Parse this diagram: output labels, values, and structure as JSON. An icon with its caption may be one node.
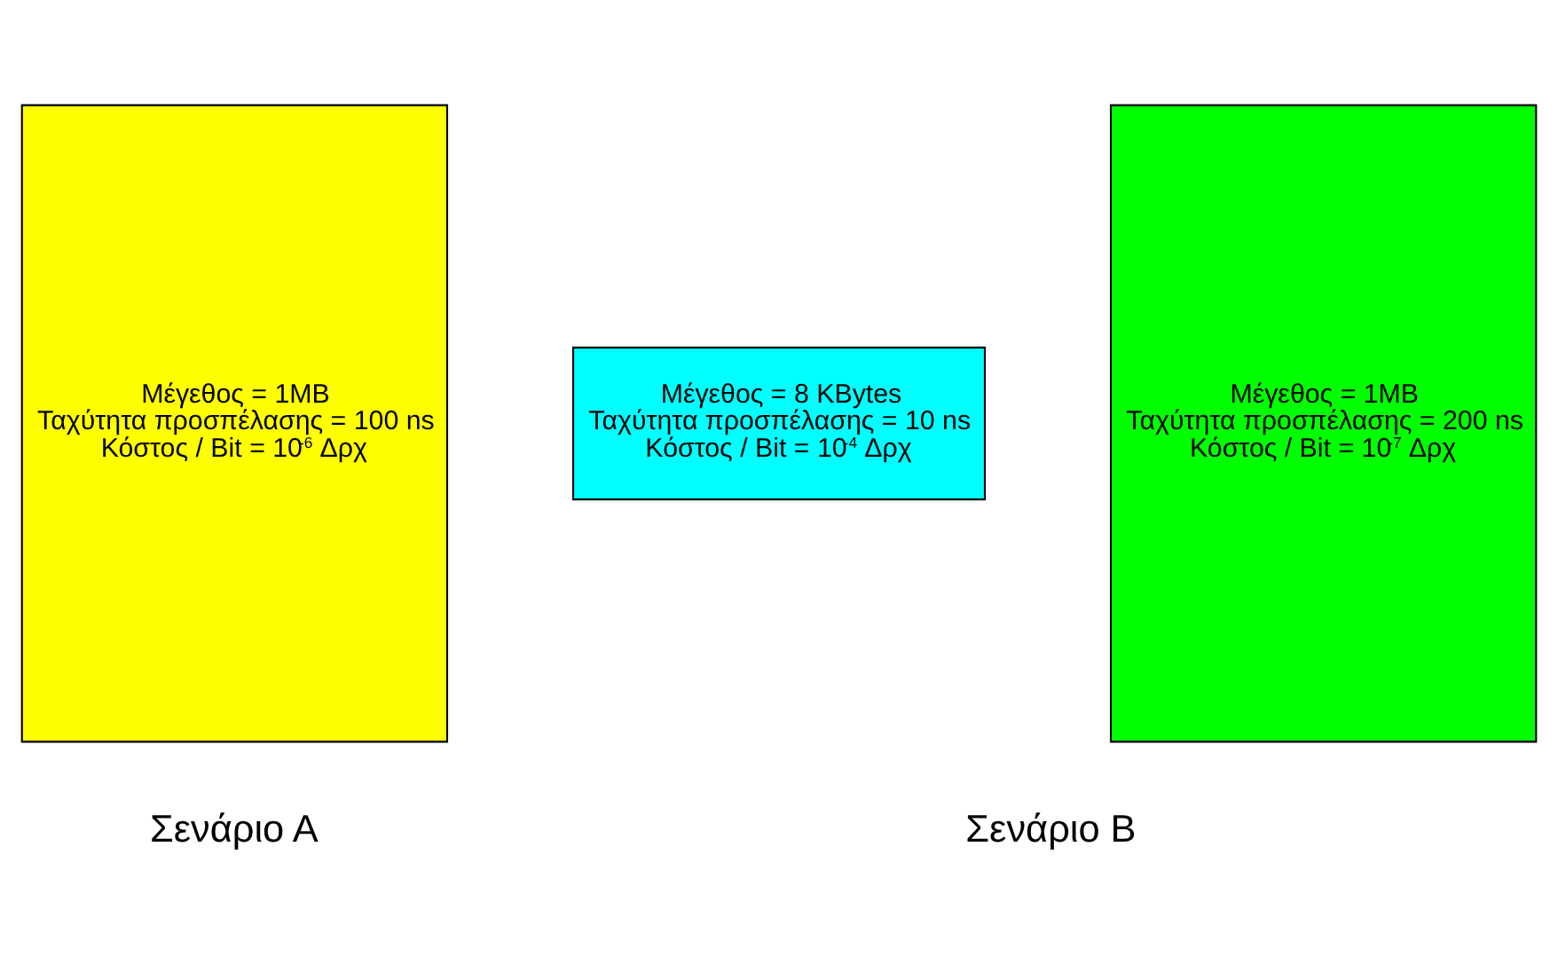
{
  "diagram": {
    "nodes": [
      {
        "text": [
          "Μέγεθος = 1MB",
          "Ταχύτητα προσπέλασης = 100 ns",
          "Κόστος / Bit = 10$^{-6}$ Δρχ"
        ]
      },
      {
        "text": [
          "Μέγεθος = 8 KBytes",
          "Ταχύτητα προσπέλασης = 10 ns",
          "Κόστος / Bit = 10$^{-4}$ Δρχ"
        ]
      },
      {
        "text": [
          "Μέγεθος = 1MB",
          "Ταχύτητα προσπέλασης = 200 ns",
          "Κόστος / Bit = 10$^{-7}$ Δρχ"
        ]
      }
    ],
    "edges": [],
    "labels": [
      "Σενάριο Α",
      "Σενάριο Β"
    ]
  }
}
